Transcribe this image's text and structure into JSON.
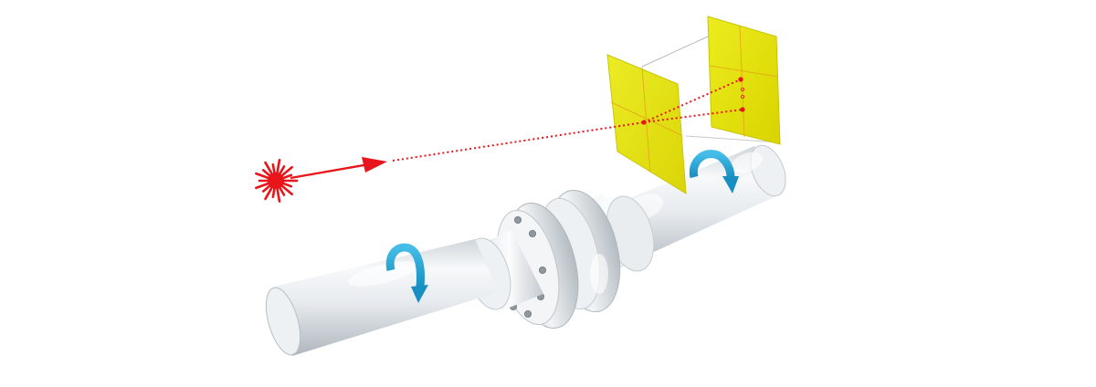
{
  "diagram": {
    "colors": {
      "background": "#ffffff",
      "laser": "#e8151b",
      "target_panel": "#e6e600",
      "target_panel_edge": "#c8c400",
      "rotation_arrow": "#1fa2d6",
      "shaft_light": "#f4f6f8",
      "shaft_shadow": "#b9c0c6",
      "bolt": "#9aa3aa"
    },
    "elements": [
      {
        "id": "laser-emitter",
        "icon": "laser-burst-icon"
      },
      {
        "id": "laser-beam",
        "icon": "dotted-beam"
      },
      {
        "id": "front-target",
        "icon": "target-panel"
      },
      {
        "id": "rear-target",
        "icon": "target-panel"
      },
      {
        "id": "coupling",
        "icon": "flange-coupling"
      },
      {
        "id": "left-shaft",
        "icon": "cylinder"
      },
      {
        "id": "right-shaft",
        "icon": "cylinder"
      },
      {
        "id": "left-rotation",
        "icon": "rotation-arrow-icon"
      },
      {
        "id": "right-rotation",
        "icon": "rotation-arrow-icon"
      }
    ]
  }
}
